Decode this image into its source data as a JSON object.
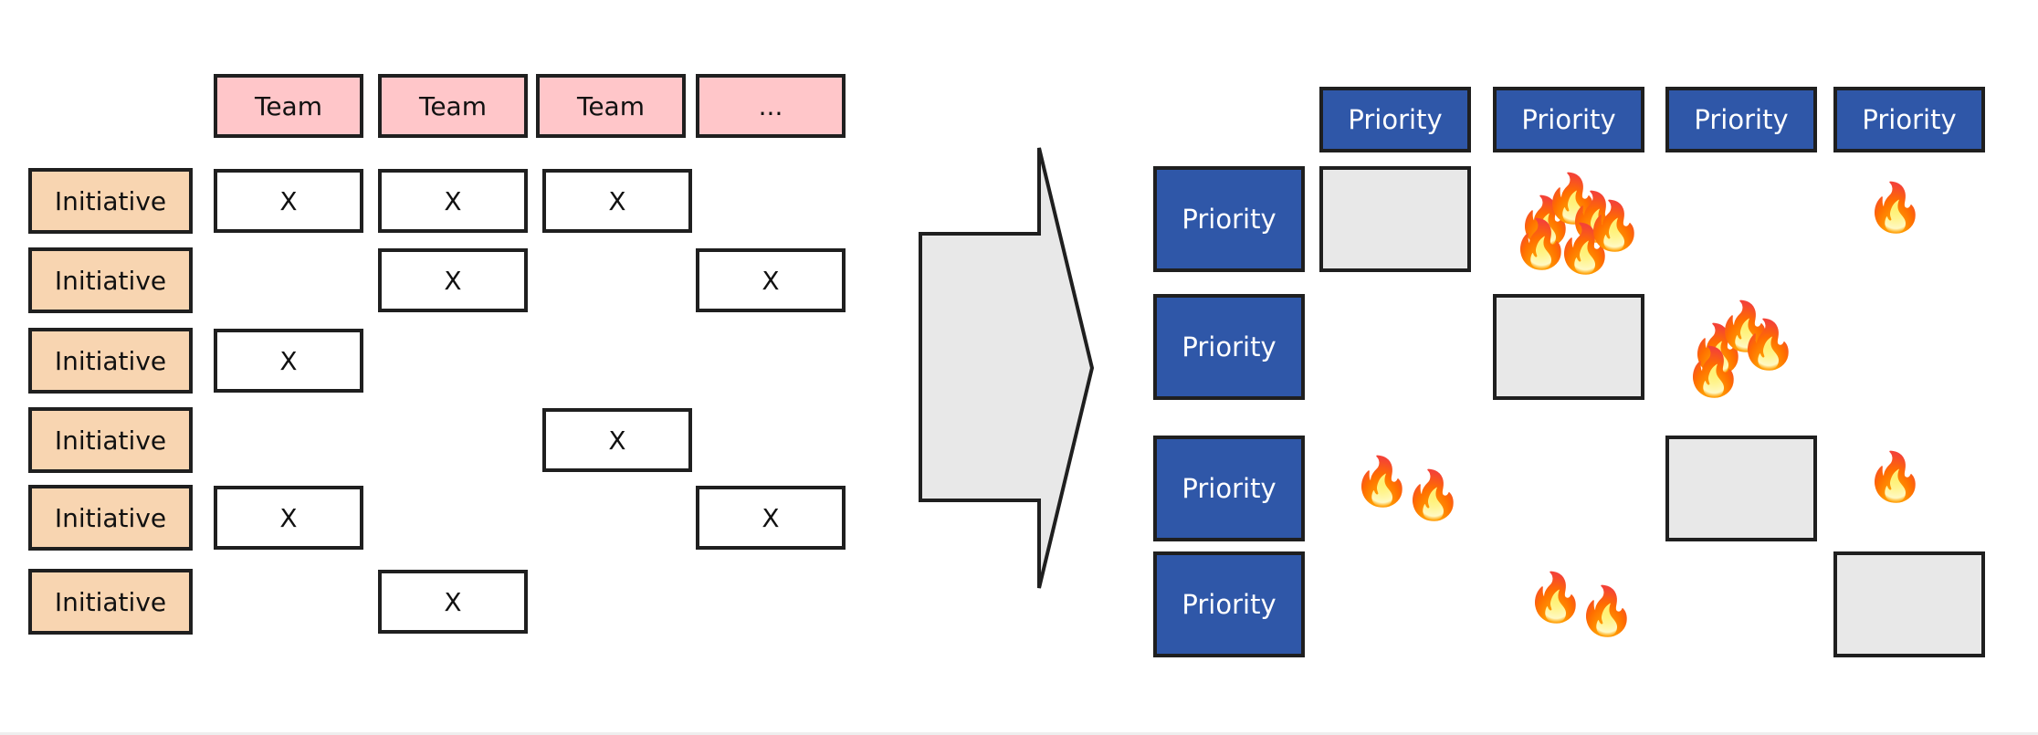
{
  "colors": {
    "team_fill": "#ffc6c9",
    "initiative_fill": "#f8d5b1",
    "priority_fill": "#2f57a8",
    "cell_fill": "#e8e8e8",
    "arrow_fill": "#e8e8e8",
    "border": "#1f1f1f"
  },
  "left_matrix": {
    "teams": [
      "Team",
      "Team",
      "Team",
      "..."
    ],
    "initiatives": [
      "Initiative",
      "Initiative",
      "Initiative",
      "Initiative",
      "Initiative",
      "Initiative"
    ],
    "mark_symbol": "X",
    "marks": [
      [
        0,
        1,
        2
      ],
      [
        1,
        3
      ],
      [
        0
      ],
      [
        2
      ],
      [
        0,
        3
      ],
      [
        1
      ]
    ]
  },
  "right_matrix": {
    "column_headers": [
      "Priority",
      "Priority",
      "Priority",
      "Priority"
    ],
    "row_headers": [
      "Priority",
      "Priority",
      "Priority",
      "Priority"
    ],
    "diagonal_cells": [
      [
        0,
        0
      ],
      [
        1,
        1
      ],
      [
        2,
        2
      ],
      [
        3,
        3
      ]
    ],
    "fire_icon": "fire-icon",
    "fire_counts": [
      {
        "row": 0,
        "col": 1,
        "count": 6
      },
      {
        "row": 0,
        "col": 3,
        "count": 1
      },
      {
        "row": 1,
        "col": 2,
        "count": 4
      },
      {
        "row": 2,
        "col": 0,
        "count": 2
      },
      {
        "row": 2,
        "col": 3,
        "count": 1
      },
      {
        "row": 3,
        "col": 1,
        "count": 2
      }
    ]
  },
  "arrow_icon": "right-arrow-icon"
}
